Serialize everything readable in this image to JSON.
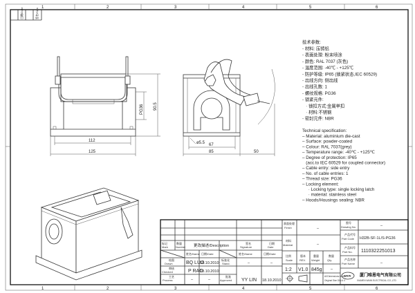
{
  "margin": {
    "left_labels": [
      "日期/Date",
      "签名/Sign"
    ]
  },
  "grid_columns": [
    "1",
    "2",
    "3",
    "4",
    "5",
    "6"
  ],
  "dimensions": {
    "front": {
      "inner_width": "112",
      "outer_width": "125",
      "thread": "PG36",
      "height": "90.5"
    },
    "side": {
      "hole": "ø5.5",
      "hole_spacing": "67",
      "width": "85",
      "lever_clearance": "50"
    }
  },
  "spec_cn": {
    "title": "技术参数:",
    "lines": [
      "- 材料: 压铸铝",
      "- 表面处理: 粉末喷涂",
      "- 颜色: RAL 7037 (灰色)",
      "- 温度范围: -40℃ - +125℃",
      "- 防护等级: IP65 (锁紧状态,IEC 60529)",
      "- 出线方向: 侧出线",
      "- 出线孔数: 1",
      "- 螺纹规格: PG36",
      "- 锁紧元件:",
      "   · 锁扣方式:金属单扣",
      "   · 材料:不锈钢",
      "- 密封元件: NBR"
    ]
  },
  "spec_en": {
    "title": "Technical specification:",
    "lines": [
      "– Material: aluminium die-cast",
      "– Surface: powder-coated",
      "– Colour: RAL 7037(grey)",
      "– Temperature range: -40℃ - +125℃",
      "– Degree of protection: IP65",
      "   (acc.to IEC 60529 for coupled connector)",
      "– Cable entry: side entry",
      "– No. of cable entries: 1",
      "– Thread size: PG36",
      "– Locking element:",
      "     · Locking type: single locking latch",
      "     · material: stainless steel",
      "– Hoods/Housings sealing: NBR"
    ]
  },
  "title_block": {
    "mark": [
      "标记",
      "Mark"
    ],
    "number": [
      "数量",
      "Number"
    ],
    "description": "更改描述/Description",
    "signature": [
      "签名",
      "Signature"
    ],
    "date": [
      "日期",
      "Date"
    ],
    "name_date_left": [
      "姓名/Name",
      "日期/Date"
    ],
    "name_date_right": [
      "姓名/Name",
      "日期/Date"
    ],
    "drawn": {
      "label": [
        "绘图",
        "Drawn"
      ],
      "name": "BQ  LUO",
      "date": "18.10.2010"
    },
    "checked": {
      "label": [
        "审核",
        "Checked"
      ],
      "name": "P  RAO",
      "date": "18.10.2010"
    },
    "process": {
      "label": [
        "工艺",
        "Process"
      ],
      "name": "–",
      "date": "–"
    },
    "stand": {
      "label": [
        "标准化",
        "Stand."
      ],
      "name": "–",
      "date": "–"
    },
    "approved": {
      "label": [
        "批准",
        "Approved"
      ],
      "name": "YY  LIN",
      "date": "18.10.2010"
    },
    "finish": {
      "label": [
        "表面处理",
        "Finish"
      ],
      "value": "–"
    },
    "material": {
      "label": [
        "材料",
        "Material"
      ],
      "value": "–"
    },
    "scale": {
      "label": [
        "比例",
        "Scale"
      ],
      "value": "1:2"
    },
    "rev": {
      "label": [
        "版本",
        "REV."
      ],
      "value": "V1.0"
    },
    "weight": {
      "label": [
        "重量",
        "Weight"
      ],
      "value": "845g"
    },
    "qty": {
      "label": [
        "数量",
        "Qty."
      ],
      "value": "–"
    },
    "dims_note": [
      "All Dimensions in mm",
      "Original Size DIN A 4"
    ],
    "drawing_no": {
      "label": [
        "图号",
        "Drawing No."
      ],
      "value": "–"
    },
    "part_code": {
      "label": [
        "产品代号",
        "Part Code"
      ],
      "value": "H32B-SF-1L/S-PG36"
    },
    "part_no": {
      "label": [
        "产品料号",
        "Part No."
      ],
      "value": "1110322251013"
    },
    "part_name": {
      "label": [
        "产品名称",
        "Part Name"
      ],
      "value": "–"
    },
    "company": {
      "logo": "WAIN",
      "name_cn": "厦门唯恩电气有限公司",
      "name_en": "XIAMEN WAIN ELECTRICAL CO.,LTD"
    }
  }
}
